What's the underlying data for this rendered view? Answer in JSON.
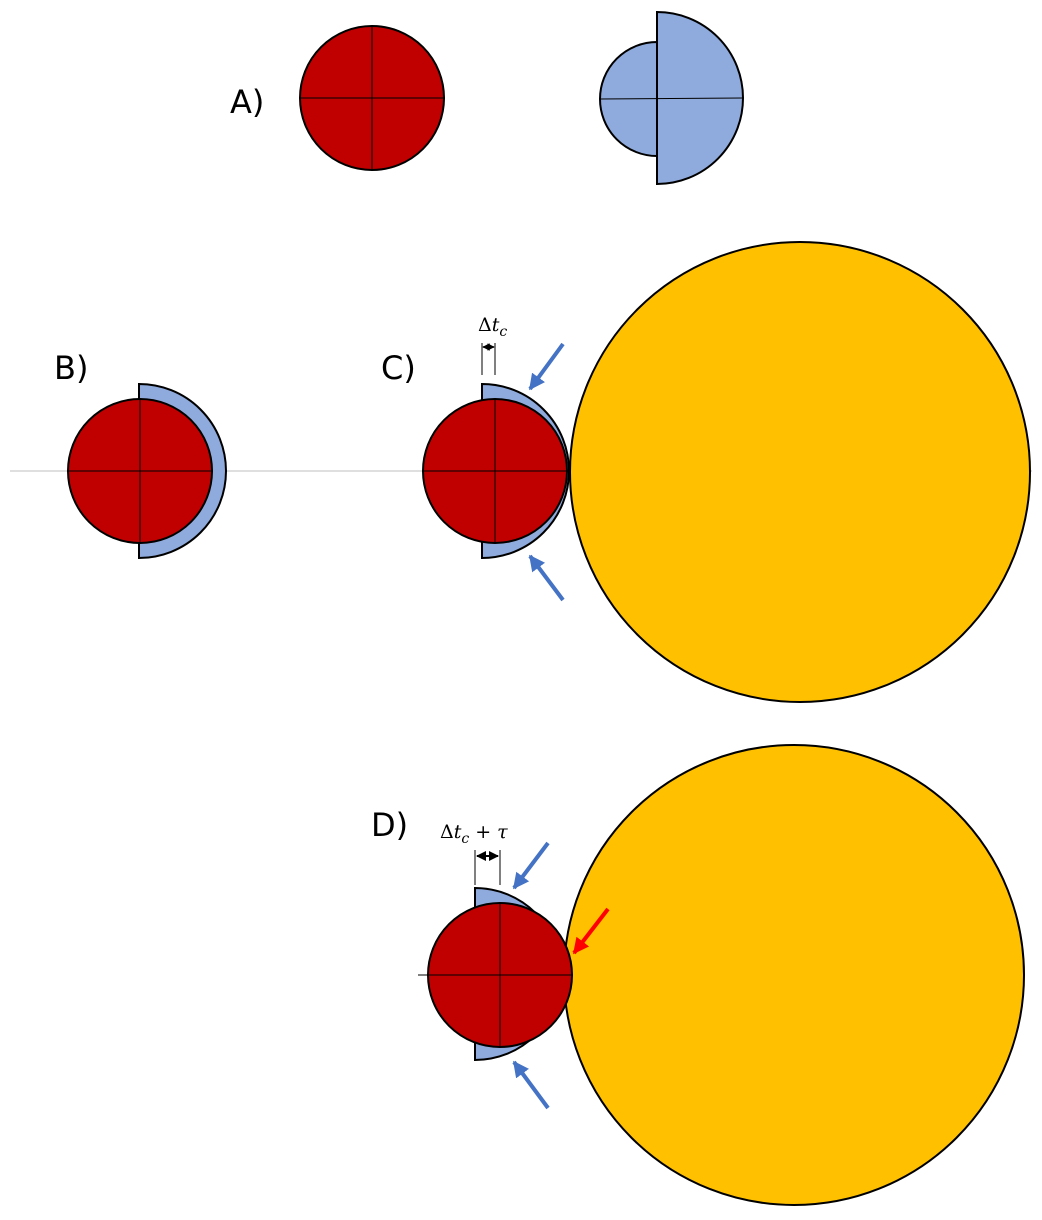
{
  "labels": {
    "panel_a": "A)",
    "panel_b": "B)",
    "panel_c": "C)",
    "panel_d": "D)"
  },
  "annotations": {
    "delta": "Δ",
    "t": "t",
    "sub_c": "c",
    "plus": "+",
    "tau": "τ"
  },
  "colors": {
    "planet": "#C00000",
    "shadow": "#8FAADC",
    "star": "#FFC000",
    "outline": "#000000",
    "blue_arrow": "#4472C4",
    "red_arrow": "#FF0000",
    "axis_line": "#BFBFBF"
  }
}
